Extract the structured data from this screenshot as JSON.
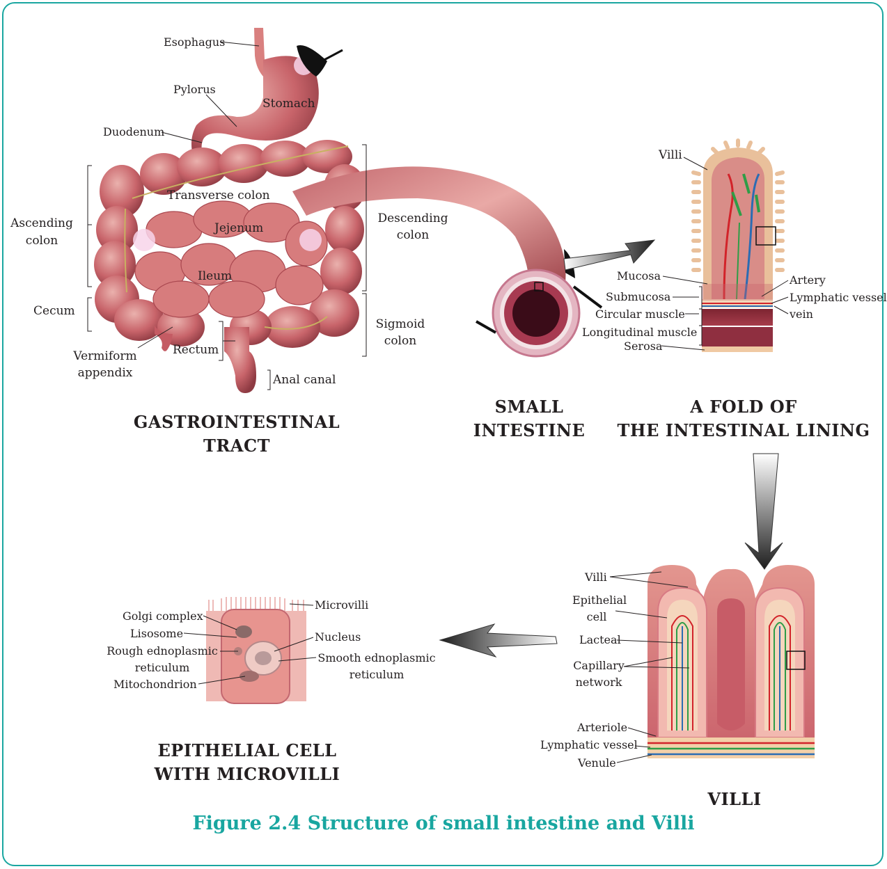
{
  "caption": "Figure 2.4 Structure of small intestine and Villi",
  "panels": {
    "gi_tract": {
      "title_line1": "GASTROINTESTINAL",
      "title_line2": "TRACT",
      "labels": {
        "esophagus": "Esophagus",
        "pylorus": "Pylorus",
        "stomach": "Stomach",
        "duodenum": "Duodenum",
        "transverse_colon": "Transverse colon",
        "ascending_colon_1": "Ascending",
        "ascending_colon_2": "colon",
        "jejenum": "Jejenum",
        "ileum": "Ileum",
        "descending_colon_1": "Descending",
        "descending_colon_2": "colon",
        "cecum": "Cecum",
        "sigmoid_colon_1": "Sigmoid",
        "sigmoid_colon_2": "colon",
        "vermiform_1": "Vermiform",
        "vermiform_2": "appendix",
        "rectum": "Rectum",
        "anal_canal": "Anal canal"
      }
    },
    "small_intestine": {
      "title_line1": "SMALL",
      "title_line2": "INTESTINE"
    },
    "fold": {
      "title_line1": "A FOLD OF",
      "title_line2": "THE INTESTINAL LINING",
      "labels": {
        "villi": "Villi",
        "mucosa": "Mucosa",
        "submucosa": "Submucosa",
        "circular_muscle": "Circular muscle",
        "longitudinal_muscle": "Longitudinal muscle",
        "serosa": "Serosa",
        "artery": "Artery",
        "lymphatic_vessel": "Lymphatic vessel",
        "vein": "vein"
      }
    },
    "villi": {
      "title": "VILLI",
      "labels": {
        "villi": "Villi",
        "epithelial_1": "Epithelial",
        "epithelial_2": "cell",
        "lacteal": "Lacteal",
        "capillary_1": "Capillary",
        "capillary_2": "network",
        "arteriole": "Arteriole",
        "lymphatic_vessel": "Lymphatic vessel",
        "venule": "Venule"
      }
    },
    "epithelial": {
      "title_line1": "EPITHELIAL CELL",
      "title_line2": "WITH MICROVILLI",
      "labels": {
        "golgi": "Golgi complex",
        "lisosome": "Lisosome",
        "rough_er_1": "Rough ednoplasmic",
        "rough_er_2": "reticulum",
        "mitochondrion": "Mitochondrion",
        "microvilli": "Microvilli",
        "nucleus": "Nucleus",
        "smooth_er_1": "Smooth ednoplasmic",
        "smooth_er_2": "reticulum"
      }
    }
  },
  "colors": {
    "frame": "#19a6a0",
    "caption": "#19a6a0",
    "tissue": "#c8646a",
    "tissue_light": "#e7a3a0",
    "artery": "#d2232a",
    "vein": "#2b6cb3",
    "lymph": "#2e9d47"
  }
}
